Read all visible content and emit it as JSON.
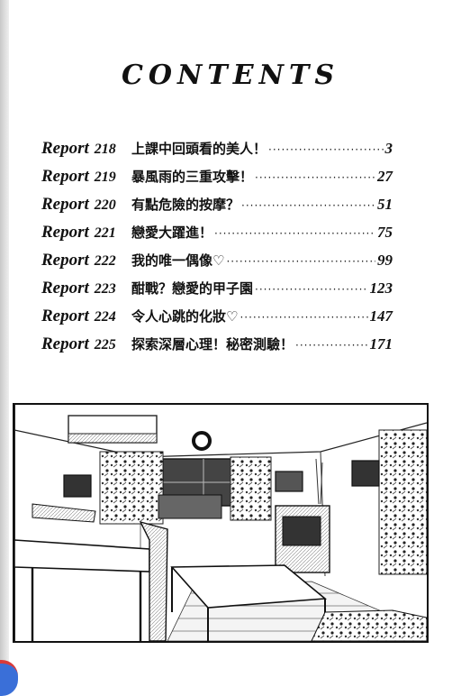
{
  "title": "CONTENTS",
  "toc": {
    "entries": [
      {
        "report": "Report",
        "number": "218",
        "title": "上課中回頭看的美人！",
        "page": "3"
      },
      {
        "report": "Report",
        "number": "219",
        "title": "暴風雨的三重攻擊！",
        "page": "27"
      },
      {
        "report": "Report",
        "number": "220",
        "title": "有點危險的按摩？",
        "page": "51"
      },
      {
        "report": "Report",
        "number": "221",
        "title": "戀愛大躍進！",
        "page": "75"
      },
      {
        "report": "Report",
        "number": "222",
        "title": "我的唯一偶像♡",
        "page": "99"
      },
      {
        "report": "Report",
        "number": "223",
        "title": "酣戰？戀愛的甲子園",
        "page": "123"
      },
      {
        "report": "Report",
        "number": "224",
        "title": "令人心跳的化妝♡",
        "page": "147"
      },
      {
        "report": "Report",
        "number": "225",
        "title": "探索深層心理！秘密測驗！",
        "page": "171"
      }
    ]
  }
}
